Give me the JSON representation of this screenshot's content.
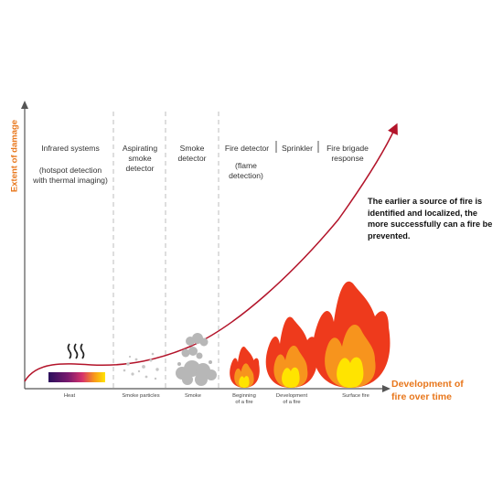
{
  "axes": {
    "y_label": "Extent of damage",
    "x_label_line1": "Development of",
    "x_label_line2": "fire over time"
  },
  "stages": [
    {
      "title": "Infrared systems",
      "detail": "(hotspot detection\nwith thermal imaging)"
    },
    {
      "title": "Aspirating\nsmoke\ndetector"
    },
    {
      "title": "Smoke\ndetector"
    },
    {
      "title": "Fire detector",
      "detail": "(flame\ndetection)"
    },
    {
      "title": "Sprinkler"
    },
    {
      "title": "Fire brigade\nresponse"
    }
  ],
  "phases": [
    {
      "label": "Heat"
    },
    {
      "label": "Smoke particles"
    },
    {
      "label": "Smoke"
    },
    {
      "label": "Beginning\nof a fire"
    },
    {
      "label": "Development\nof a fire"
    },
    {
      "label": "Surface fire"
    }
  ],
  "note": "The earlier a source of fire is identified and localized, the more successfully can a fire be prevented.",
  "colors": {
    "curve": "#b3142a",
    "axis_label": "#e8771c",
    "divider": "#bfbfbf",
    "flame_outer": "#ee3a1c",
    "flame_mid": "#f7941d",
    "flame_inner": "#ffe400",
    "smoke": "#b5b5b5"
  },
  "icons": [
    "heat-waves-icon",
    "heat-gradient-bar",
    "smoke-particles-icon",
    "smoke-cloud-icon",
    "flame-icon"
  ]
}
